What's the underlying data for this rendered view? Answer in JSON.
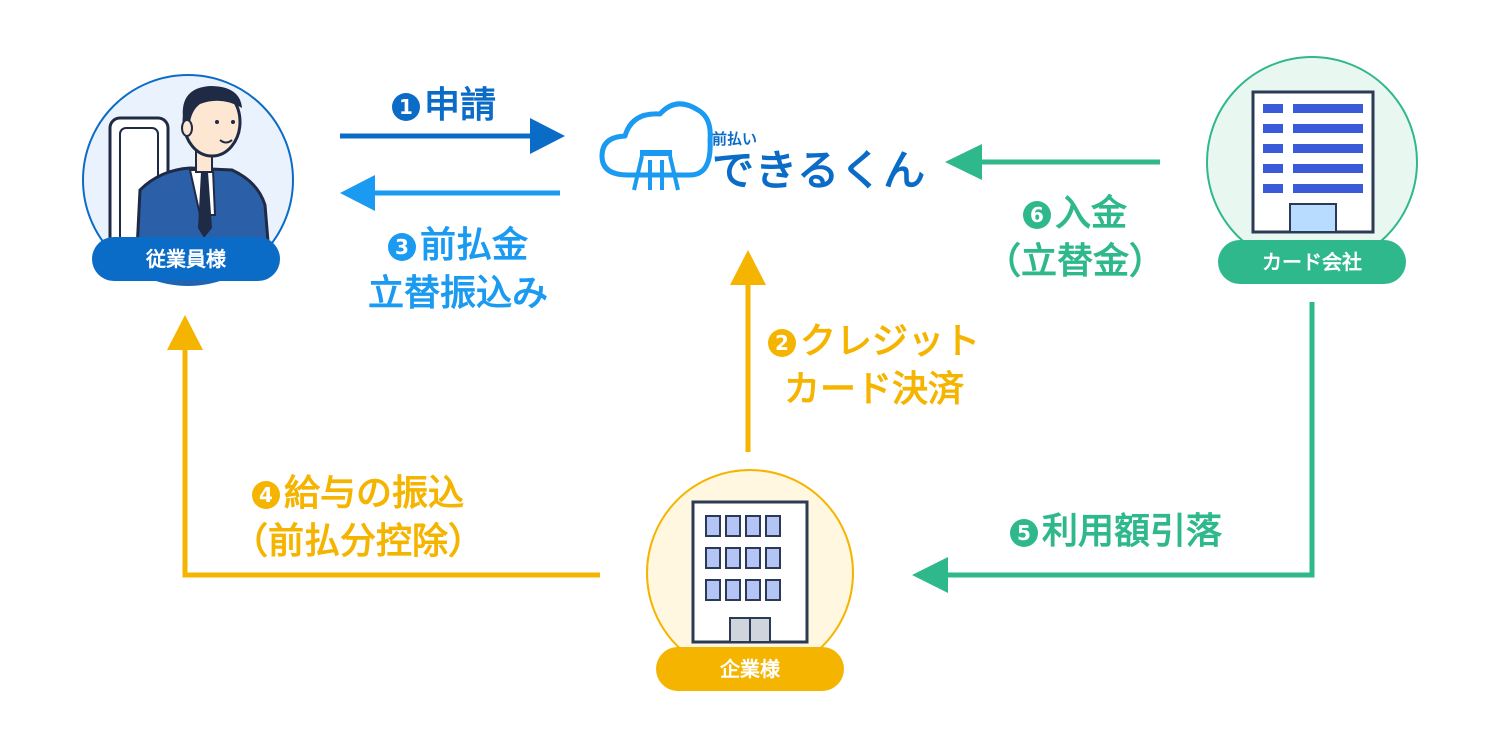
{
  "logo": {
    "small": "前払い",
    "main": "できるくん"
  },
  "nodes": {
    "employee": {
      "label": "従業員様",
      "pill_color": "#0b6cc7"
    },
    "card_company": {
      "label": "カード会社",
      "pill_color": "#2eb88b"
    },
    "company": {
      "label": "企業様",
      "pill_color": "#f5b400"
    }
  },
  "steps": {
    "s1": {
      "num": "1",
      "lines": [
        "申請"
      ],
      "color": "#0b6cc7"
    },
    "s2": {
      "num": "2",
      "lines": [
        "クレジット",
        "カード決済"
      ],
      "color": "#f5b400"
    },
    "s3": {
      "num": "3",
      "lines": [
        "前払金",
        "立替振込み"
      ],
      "color": "#1a9af0"
    },
    "s4": {
      "num": "4",
      "lines": [
        "給与の振込",
        "（前払分控除）"
      ],
      "color": "#f5b400"
    },
    "s5": {
      "num": "5",
      "lines": [
        "利用額引落"
      ],
      "color": "#2eb88b"
    },
    "s6": {
      "num": "6",
      "lines": [
        "入金",
        "（立替金）"
      ],
      "color": "#2eb88b"
    }
  }
}
